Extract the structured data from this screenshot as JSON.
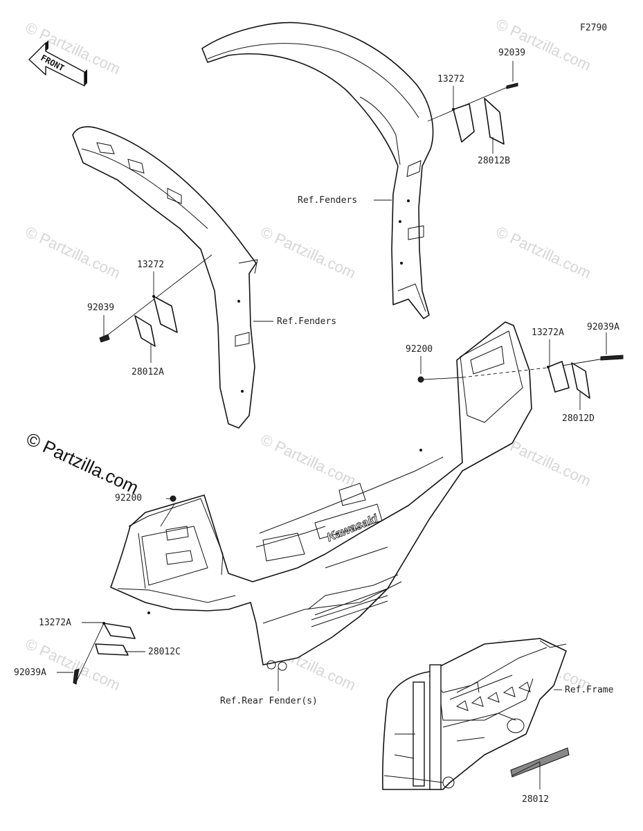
{
  "figure_code": "F2790",
  "front_arrow_label": "FRONT",
  "watermark_text": "© Partzilla.com",
  "logo_text": "Kawasaki",
  "labels": {
    "p92039_top": "92039",
    "p13272_top": "13272",
    "p28012B": "28012B",
    "ref_fenders_upper": "Ref.Fenders",
    "p13272_left": "13272",
    "p92039_left": "92039",
    "p28012A": "28012A",
    "ref_fenders_lower": "Ref.Fenders",
    "p92200_right": "92200",
    "p13272A_right": "13272A",
    "p92039A_right": "92039A",
    "p28012D": "28012D",
    "p92200_left": "92200",
    "p13272A_left": "13272A",
    "p28012C": "28012C",
    "p92039A_left": "92039A",
    "ref_rear_fender": "Ref.Rear Fender(s)",
    "ref_frame": "Ref.Frame",
    "p28012_bottom": "28012"
  }
}
